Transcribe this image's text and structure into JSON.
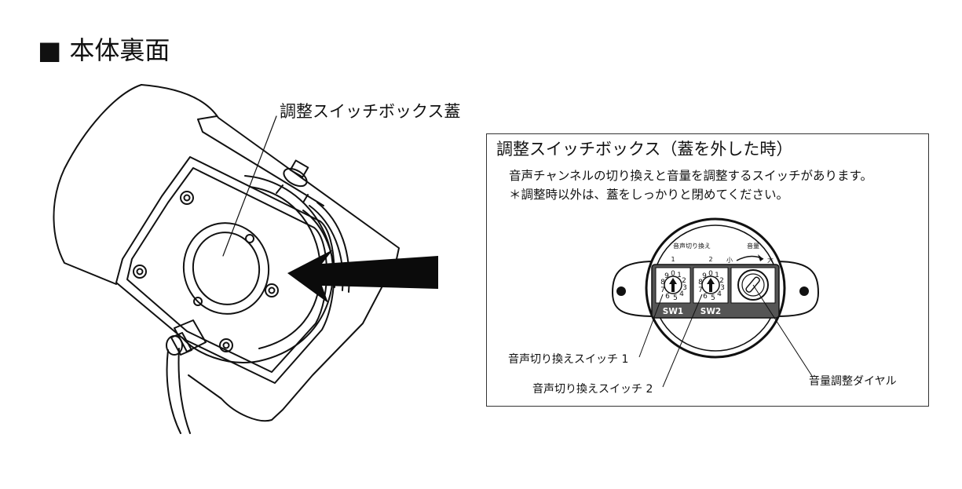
{
  "heading": "■ 本体裏面",
  "callouts": {
    "switch_box_lid": "調整スイッチボックス蓋"
  },
  "info_box": {
    "title": "調整スイッチボックス（蓋を外した時）",
    "description": "音声チャンネルの切り換えと音量を調整するスイッチがあります。",
    "note": "＊調整時以外は、蓋をしっかりと閉めてください。",
    "panel": {
      "channel_switch_header": "音声切り換え",
      "switch1_number": "1",
      "switch2_number": "2",
      "volume_header": "音量",
      "volume_low": "小",
      "volume_high": "大",
      "sw1_tag": "SW1",
      "sw2_tag": "SW2",
      "dial_digits": [
        "0",
        "1",
        "2",
        "3",
        "4",
        "5",
        "6",
        "7",
        "8",
        "9"
      ]
    },
    "labels": {
      "switch1": "音声切り換えスイッチ 1",
      "switch2": "音声切り換えスイッチ 2",
      "volume_dial": "音量調整ダイヤル"
    }
  },
  "icons": {
    "pointer": "large-left-arrow-icon"
  }
}
